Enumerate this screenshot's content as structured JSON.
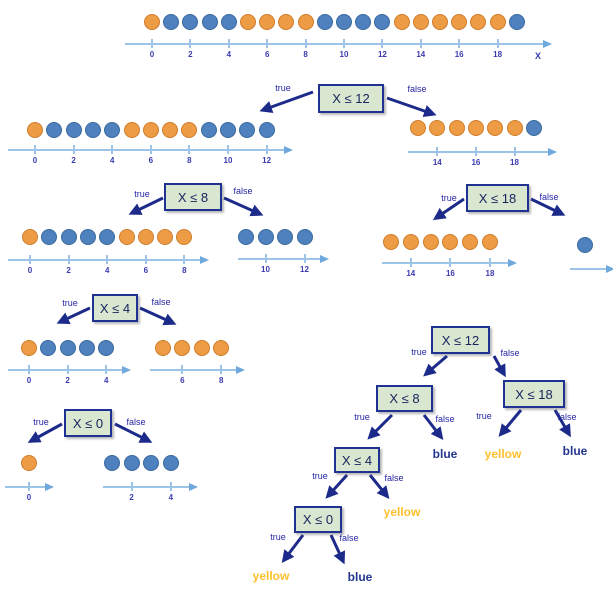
{
  "colors": {
    "orange_fill": "#ED9C45",
    "orange_border": "#D07C2C",
    "blue_fill": "#4E81BD",
    "blue_border": "#3A699E",
    "axis": "#9DC3E6",
    "axis_head": "#6FA8DC",
    "tick_text": "#3B3BB0",
    "node_fill": "#D9E6D0",
    "node_border": "#1F3191",
    "node_text": "#16235E",
    "arrow": "#1C2B8A",
    "label_text": "#2626A5",
    "leaf_blue": "#23368F",
    "leaf_yellow": "#FFC02E"
  },
  "labels": {
    "true": "true",
    "false": "false"
  },
  "nodes": {
    "n12": "X ≤ 12",
    "n8": "X ≤ 8",
    "n18": "X ≤ 18",
    "n4": "X ≤ 4",
    "n0": "X ≤ 0"
  },
  "leaves": {
    "l8_false": "blue",
    "l18_true": "yellow",
    "l18_false": "blue",
    "l4_false": "yellow",
    "l0_true": "yellow",
    "l0_false": "blue"
  },
  "panels": {
    "root": {
      "dots": [
        "orange",
        "blue",
        "blue",
        "blue",
        "blue",
        "orange",
        "orange",
        "orange",
        "orange",
        "blue",
        "blue",
        "blue",
        "blue",
        "orange",
        "orange",
        "orange",
        "orange",
        "orange",
        "orange",
        "blue"
      ],
      "ticks": [
        "0",
        "2",
        "4",
        "6",
        "8",
        "10",
        "12",
        "14",
        "16",
        "18"
      ],
      "end_label": "X"
    },
    "left12": {
      "dots": [
        "orange",
        "blue",
        "blue",
        "blue",
        "blue",
        "orange",
        "orange",
        "orange",
        "orange",
        "blue",
        "blue",
        "blue",
        "blue"
      ],
      "ticks": [
        "0",
        "2",
        "4",
        "6",
        "8",
        "10",
        "12"
      ]
    },
    "right12": {
      "dots": [
        "orange",
        "orange",
        "orange",
        "orange",
        "orange",
        "orange",
        "blue"
      ],
      "ticks": [
        "14",
        "16",
        "18"
      ]
    },
    "left8": {
      "dots": [
        "orange",
        "blue",
        "blue",
        "blue",
        "blue",
        "orange",
        "orange",
        "orange",
        "orange"
      ],
      "ticks": [
        "0",
        "2",
        "4",
        "6",
        "8"
      ]
    },
    "right8": {
      "dots": [
        "blue",
        "blue",
        "blue",
        "blue"
      ],
      "ticks": [
        "10",
        "12"
      ]
    },
    "left18": {
      "dots": [
        "orange",
        "orange",
        "orange",
        "orange",
        "orange",
        "orange"
      ],
      "ticks": [
        "14",
        "16",
        "18"
      ]
    },
    "right18": {
      "dots": [
        "blue"
      ],
      "ticks": []
    },
    "left4": {
      "dots": [
        "orange",
        "blue",
        "blue",
        "blue",
        "blue"
      ],
      "ticks": [
        "0",
        "2",
        "4"
      ]
    },
    "right4": {
      "dots": [
        "orange",
        "orange",
        "orange",
        "orange"
      ],
      "ticks": [
        "6",
        "8"
      ]
    },
    "left0": {
      "dots": [
        "orange"
      ],
      "ticks": [
        "0"
      ]
    },
    "right0": {
      "dots": [
        "blue",
        "blue",
        "blue",
        "blue"
      ],
      "ticks": [
        "2",
        "4"
      ]
    }
  }
}
